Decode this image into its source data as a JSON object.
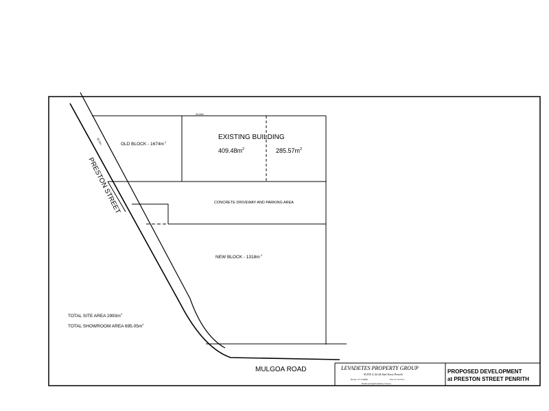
{
  "site_plan": {
    "dimension_top": "34.18m",
    "road_side_dimension": "30.5m",
    "street_label": "PRESTON STREET",
    "road_label": "MULGOA ROAD",
    "old_block": {
      "label": "OLD BLOCK - 1674m",
      "sup": "2"
    },
    "existing_building": {
      "title": "EXISTING BUILDING",
      "area_left": "409.48m",
      "area_left_sup": "2",
      "area_right": "285.57m",
      "area_right_sup": "2"
    },
    "driveway_label": "CONCRETE DRIVEWAY AND PARKING AREA",
    "new_block": {
      "label": "NEW BLOCK - 1318m",
      "sup": "2"
    },
    "totals": {
      "site_area": "TOTAL SITE AREA  2993m",
      "site_area_sup": "2",
      "showroom_area": "TOTAL SHOWROOM AREA  695.05m",
      "showroom_area_sup": "2"
    }
  },
  "title_block": {
    "company": "LEVADETES PROPERTY GROUP",
    "address": "SUITE 4, 42-44 Abel Street Penrith",
    "phone": "Phone 47 314888",
    "fax": "Fax 47 321721",
    "email": "Email john@levadetes.com.au",
    "project_line1": "PROPOSED   DEVELOPMENT",
    "project_line2": "at PRESTON STREET   PENRITH"
  }
}
